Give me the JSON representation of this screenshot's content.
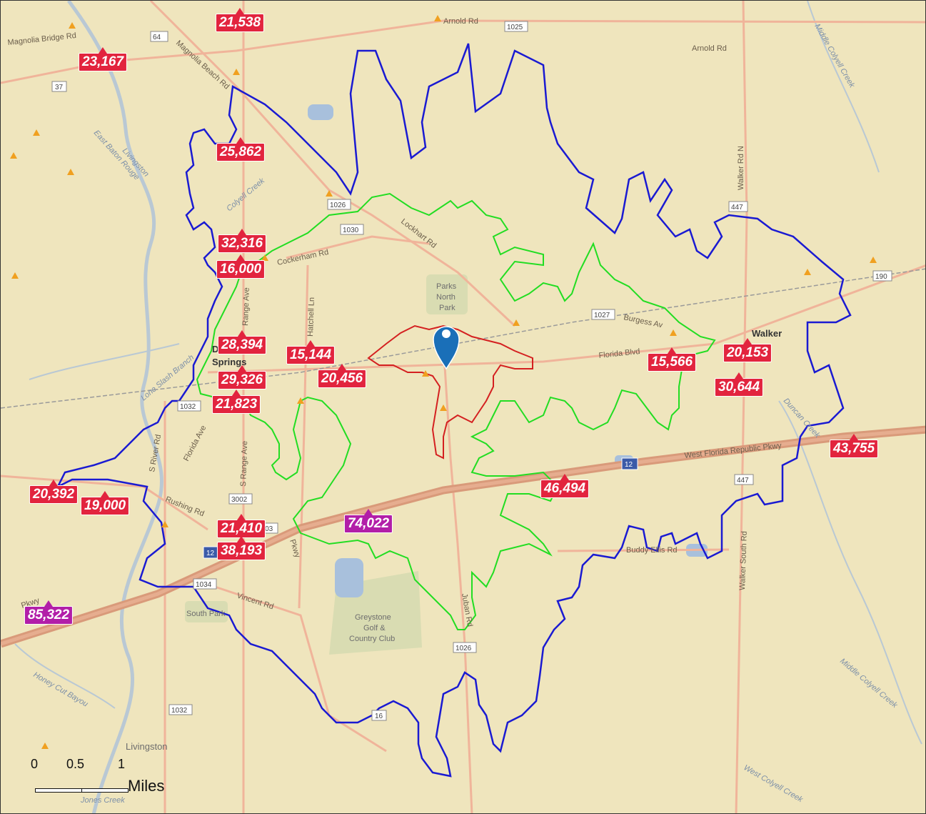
{
  "colors": {
    "land": "#efe5bd",
    "road": "#f0b49a",
    "highway": "#d99a7a",
    "river": "#b9c8d4",
    "park": "#d9dcb2",
    "traffic_count_red": "#e2243e",
    "traffic_count_purple": "#b21ea8",
    "zone_red": "#d42020",
    "zone_green": "#22dd22",
    "zone_blue": "#1a1ad2",
    "pin": "#1a6fb8"
  },
  "traffic_counts": [
    {
      "value": "21,538",
      "style": "red"
    },
    {
      "value": "23,167",
      "style": "red"
    },
    {
      "value": "25,862",
      "style": "red"
    },
    {
      "value": "32,316",
      "style": "red"
    },
    {
      "value": "16,000",
      "style": "red"
    },
    {
      "value": "28,394",
      "style": "red"
    },
    {
      "value": "15,144",
      "style": "red"
    },
    {
      "value": "29,326",
      "style": "red"
    },
    {
      "value": "20,456",
      "style": "red"
    },
    {
      "value": "21,823",
      "style": "red"
    },
    {
      "value": "15,566",
      "style": "red"
    },
    {
      "value": "20,153",
      "style": "red"
    },
    {
      "value": "30,644",
      "style": "red"
    },
    {
      "value": "43,755",
      "style": "red"
    },
    {
      "value": "46,494",
      "style": "red"
    },
    {
      "value": "20,392",
      "style": "red"
    },
    {
      "value": "19,000",
      "style": "red"
    },
    {
      "value": "21,410",
      "style": "red"
    },
    {
      "value": "38,193",
      "style": "red"
    },
    {
      "value": "74,022",
      "style": "purple"
    },
    {
      "value": "85,322",
      "style": "purple"
    }
  ],
  "road_labels": {
    "arnold_rd_top": "Arnold Rd",
    "arnold_rd_right": "Arnold Rd",
    "magnolia_bridge_rd": "Magnolia Bridge Rd",
    "magnolia_beach_rd": "Magnolia Beach Rd",
    "cockerham_rd": "Cockerham Rd",
    "lockhart_rd": "Lockhart Rd",
    "hatchell_ln": "Hatchell Ln",
    "burgess_av": "Burgess Av",
    "florida_blvd": "Florida Blvd",
    "walker_rd_n": "Walker Rd N",
    "west_florida_republic_pkwy": "West Florida Republic Pkwy",
    "buddy_ellis_rd": "Buddy Ellis Rd",
    "walker_south_rd": "Walker South Rd",
    "juban_rd": "Juban Rd",
    "vincent_rd": "Vincent Rd",
    "rushing_rd": "Rushing Rd",
    "s_river_rd": "S River Rd",
    "s_range_ave": "S Range Ave",
    "florida_ave": "Florida Ave",
    "pkwy_left": "Pkwy",
    "range_ave_n": "Range Ave",
    "pkwy_mid": "Pkwy"
  },
  "place_labels": {
    "parks_north_park_1": "Parks",
    "parks_north_park_2": "North",
    "parks_north_park_3": "Park",
    "greystone_1": "Greystone",
    "greystone_2": "Golf &",
    "greystone_3": "Country Club",
    "south_park": "South Park",
    "livingston": "Livingston"
  },
  "town_labels": {
    "walker": "Walker",
    "denham_springs_1": "D",
    "denham_springs_2": "Springs"
  },
  "water_labels": {
    "east_baton_rouge": "East Baton Rouge",
    "livingston_river": "Livingston",
    "middle_colyell_creek_top": "Middle Colyell Creek",
    "middle_colyell_creek_bottom": "Middle Colyell Creek",
    "west_colyell_creek": "West Colyell Creek",
    "honey_cut_bayou": "Honey Cut Bayou",
    "lone_slash_branch": "Lone Slash Branch",
    "duncan_creek": "Duncan Creek",
    "colyell_creek_left": "Colyell Creek",
    "jones_creek": "Jones Creek"
  },
  "shields": {
    "s64": "64",
    "s1025": "1025",
    "s37": "37",
    "s1026a": "1026",
    "s1030": "1030",
    "s1027": "1027",
    "s447": "447",
    "s190": "190",
    "s1032a": "1032",
    "s12a": "12",
    "s3002": "3002",
    "s3003": "3003",
    "s12b": "12",
    "s1034": "1034",
    "s1026b": "1026",
    "s16": "16",
    "s1032b": "1032",
    "s447b": "447"
  },
  "scale_bar": {
    "tick_0": "0",
    "tick_05": "0.5",
    "tick_1": "1",
    "units": "Miles"
  }
}
